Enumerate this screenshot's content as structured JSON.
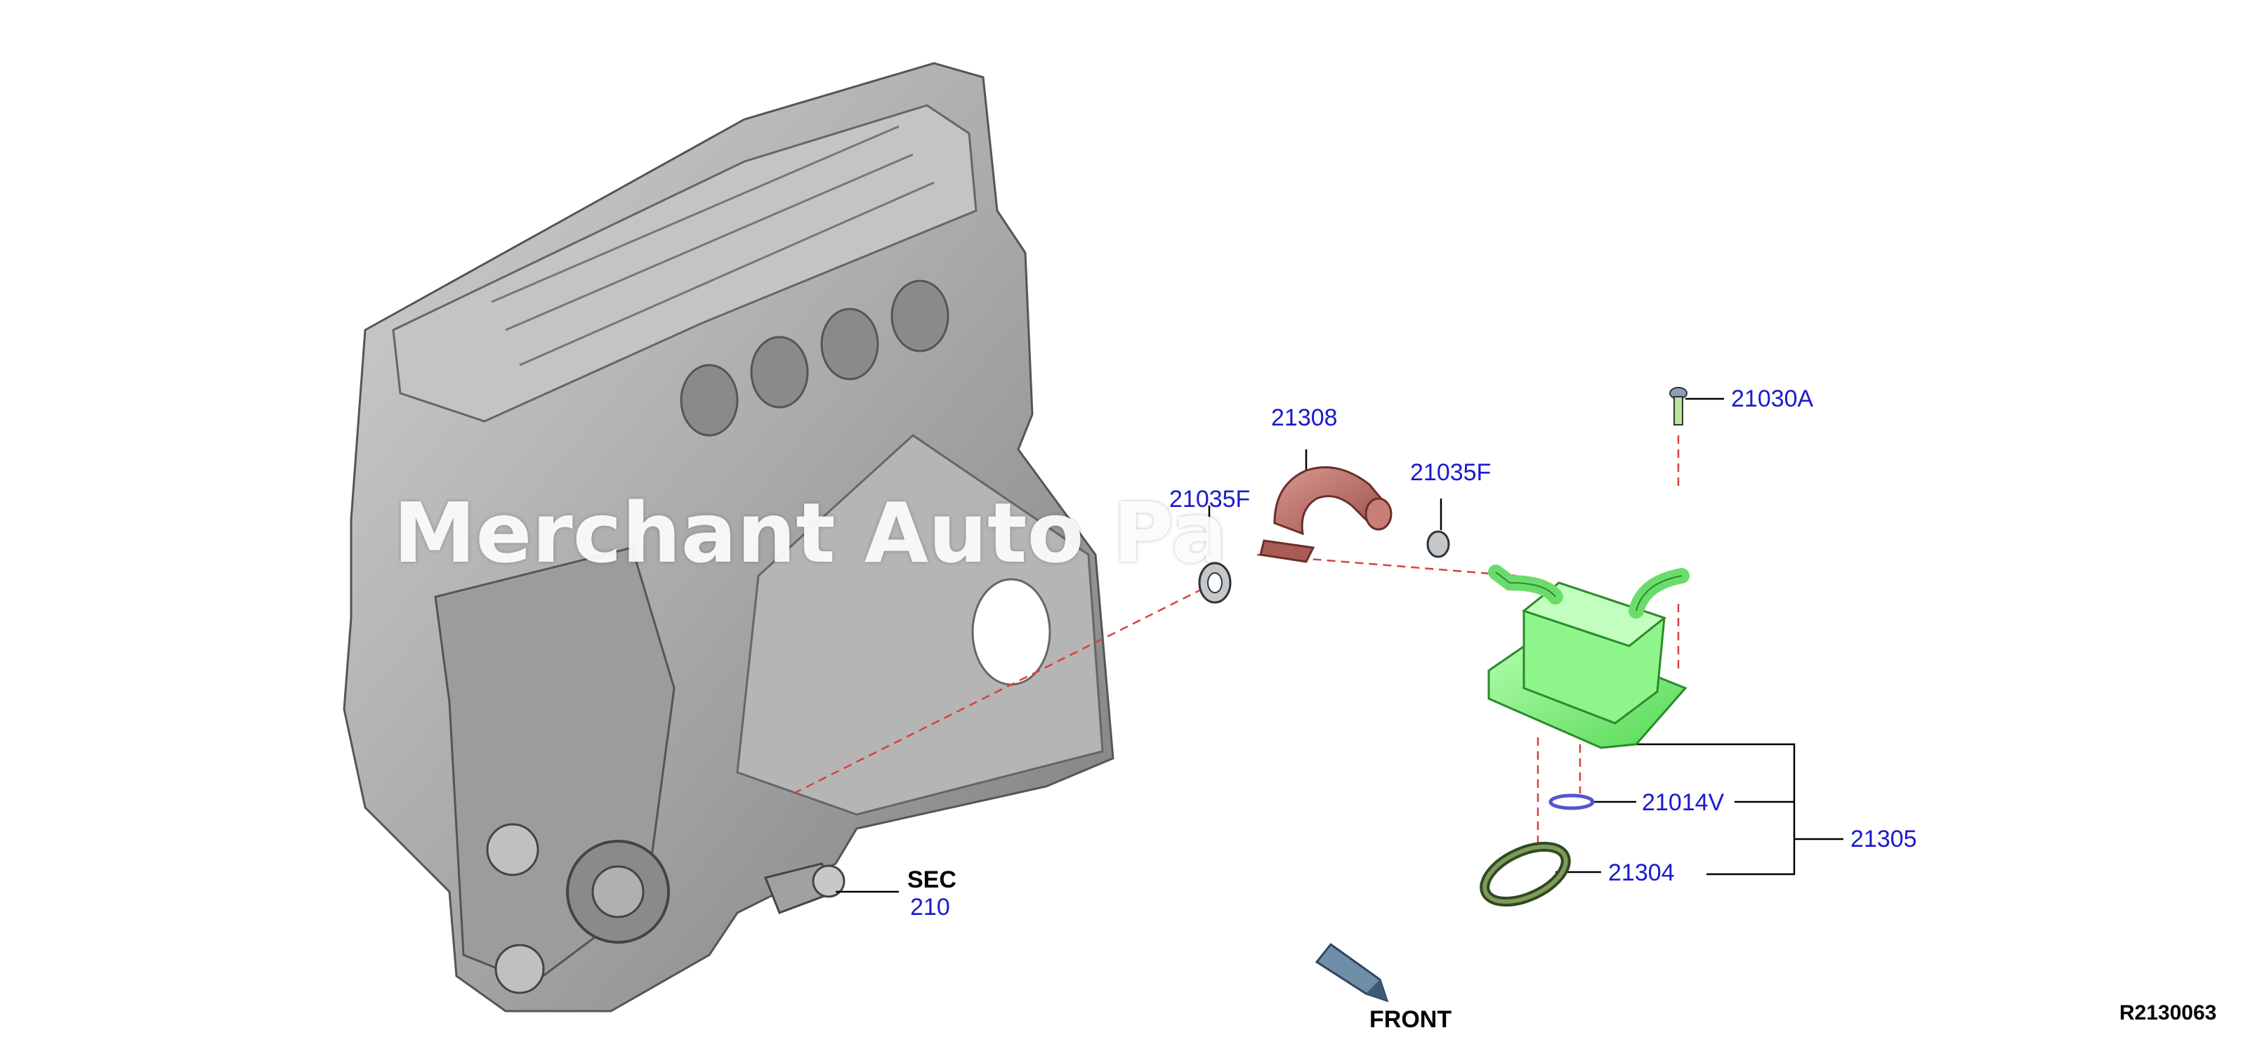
{
  "callouts": {
    "p21308": "21308",
    "p21035f_left": "21035F",
    "p21035f_right": "21035F",
    "p21030a": "21030A",
    "p21014v": "21014V",
    "p21305": "21305",
    "p21304": "21304",
    "sec": "SEC",
    "sec_num": "210",
    "front": "FRONT",
    "drawing_id": "R2130063"
  },
  "watermark": "Merchant Auto Pa",
  "colors": {
    "callout_text": "#1a1acc",
    "engine_gray": "#a9a9a9",
    "oil_cooler_green": "#7cf07c",
    "hose_red": "#b96a62",
    "leader_dashes": "#d94040"
  }
}
